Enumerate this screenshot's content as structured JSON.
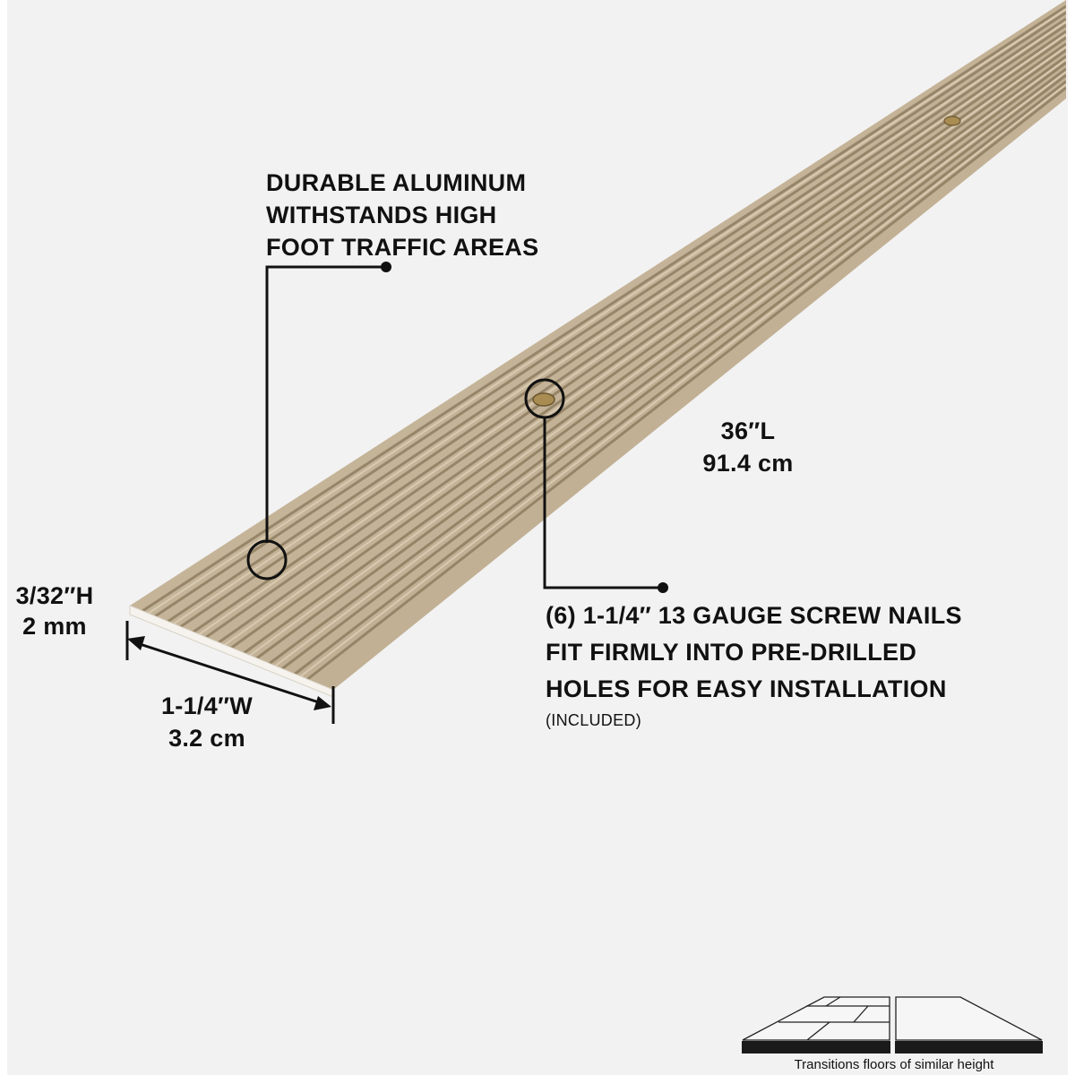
{
  "product_image": {
    "subject": "fluted aluminum seam binder / floor transition strip",
    "colors": {
      "background": "#f2f2f2",
      "strip_light": "#c8b79c",
      "strip_dark": "#9c8a6c",
      "strip_edge": "#f4f1ea",
      "ink": "#111111"
    }
  },
  "callouts": {
    "durability": {
      "lines": [
        "DURABLE ALUMINUM",
        "WITHSTANDS HIGH",
        "FOOT TRAFFIC AREAS"
      ]
    },
    "fasteners": {
      "lines": [
        "(6) 1-1/4″ 13 GAUGE SCREW NAILS",
        "FIT FIRMLY INTO PRE-DRILLED",
        "HOLES FOR EASY INSTALLATION"
      ],
      "note": "(INCLUDED)"
    }
  },
  "dimensions": {
    "length": {
      "imperial": "36″L",
      "metric": "91.4 cm"
    },
    "height": {
      "imperial": "3/32″H",
      "metric": "2 mm"
    },
    "width": {
      "imperial": "1-1/4″W",
      "metric": "3.2 cm"
    }
  },
  "floor_icon": {
    "icon": "floor-transition-icon",
    "caption": "Transitions floors of similar height"
  }
}
